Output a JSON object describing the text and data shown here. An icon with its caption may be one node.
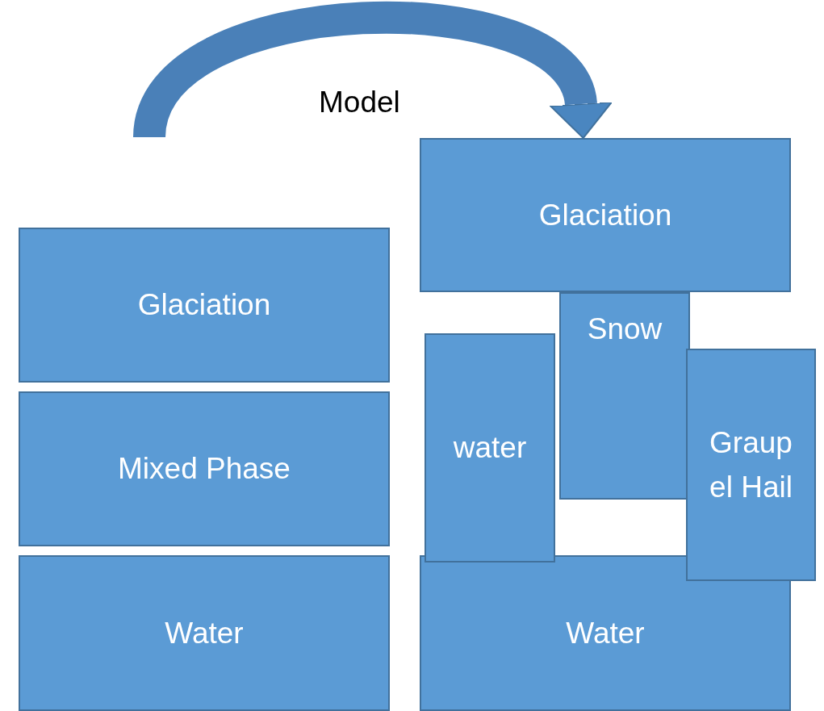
{
  "diagram": {
    "nodes": [
      {
        "text": [
          "Glaciation"
        ]
      },
      {
        "text": [
          "Mixed Phase"
        ]
      },
      {
        "text": [
          "Water"
        ]
      },
      {
        "text": [
          "Glaciation"
        ]
      },
      {
        "text": [
          "Snow"
        ]
      },
      {
        "text": [
          "water"
        ]
      },
      {
        "text": [
          "Graupel Hail"
        ]
      },
      {
        "text": [
          "Water"
        ]
      }
    ],
    "edges": [
      {
        "from": null,
        "to": 3,
        "arrow": "to",
        "label": "Model"
      }
    ]
  }
}
